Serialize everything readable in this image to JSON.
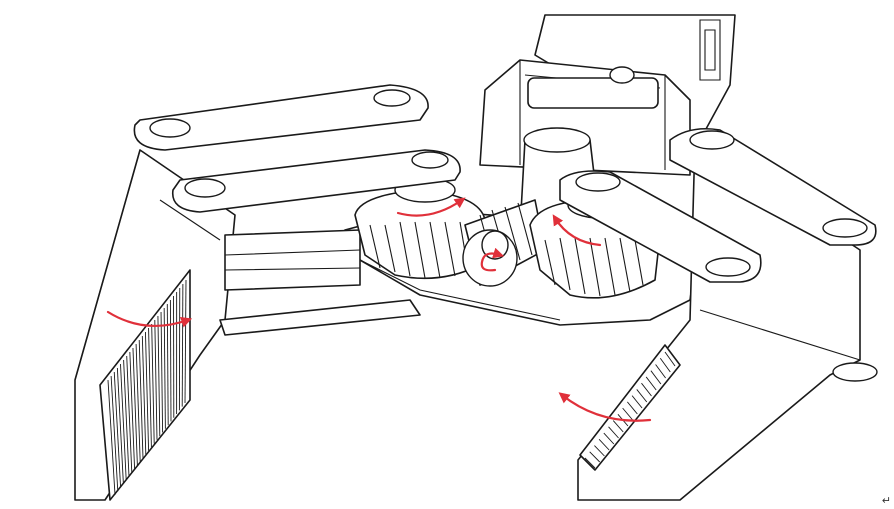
{
  "corner_mark": "↵",
  "colors": {
    "line": "#1a1a1a",
    "fill": "#ffffff",
    "motion_arrow": "#e0303a"
  },
  "parts": {
    "worm_gear_count": 2,
    "worm_count": 1,
    "finger_count": 2,
    "link_count": 4
  },
  "icons": [
    "rotation-arrow-icon",
    "swing-arrow-icon"
  ]
}
